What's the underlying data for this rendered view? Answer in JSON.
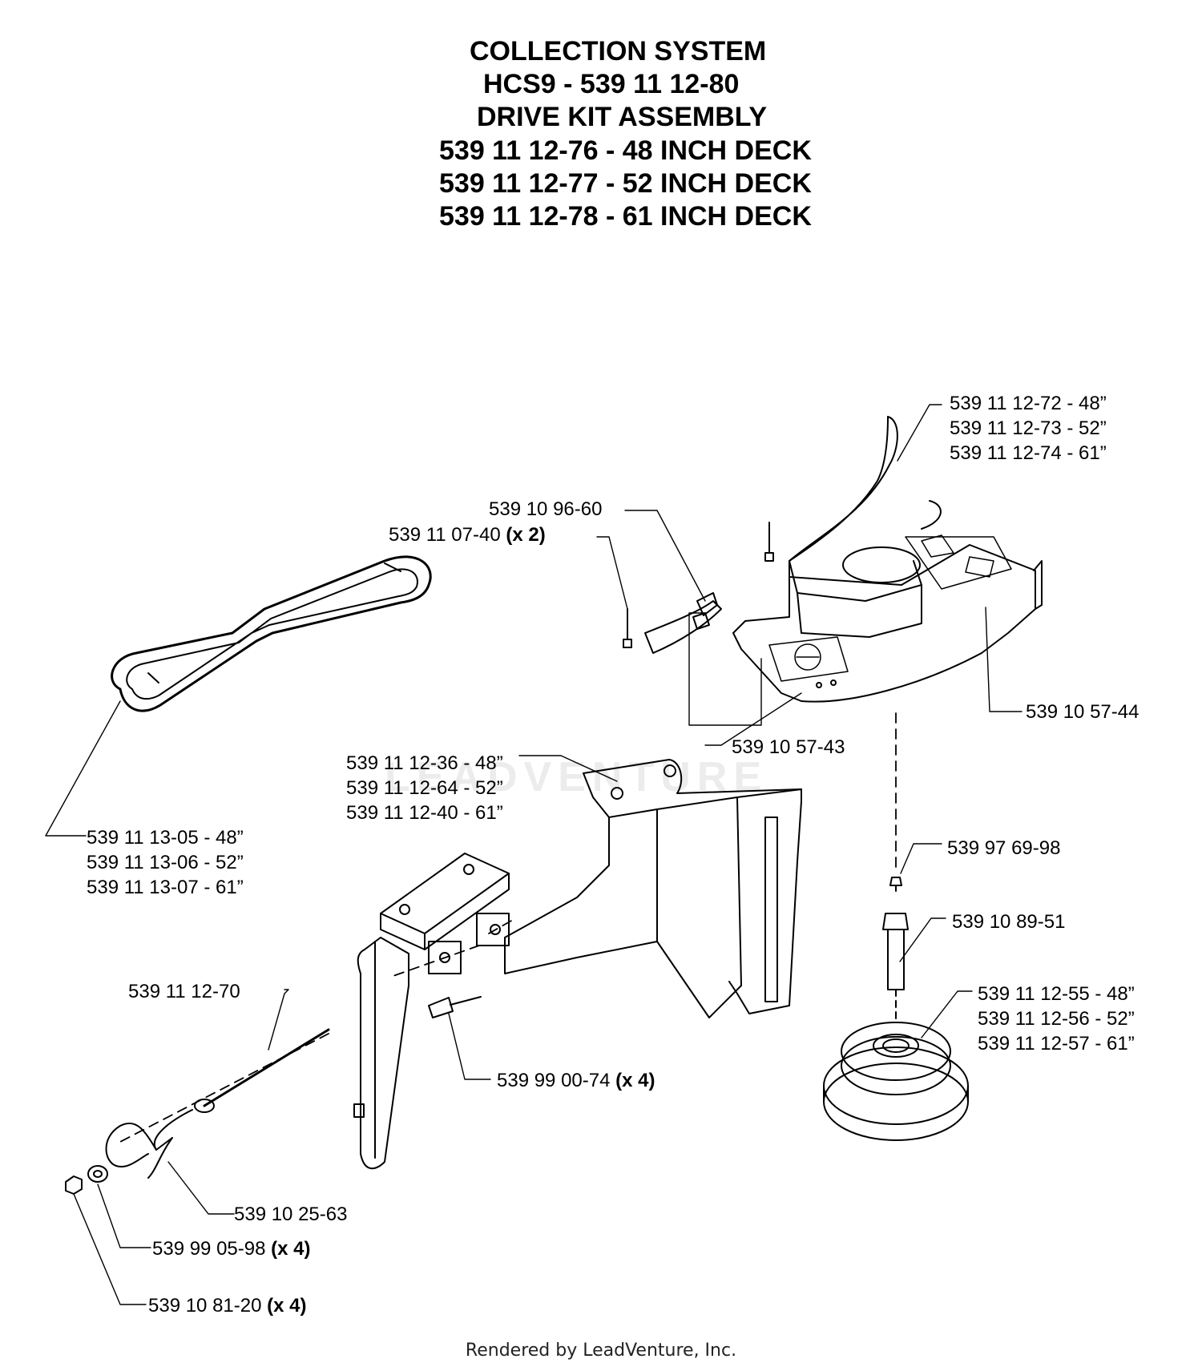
{
  "title": {
    "line1": "COLLECTION SYSTEM",
    "line2": "HCS9 - 539 11 12-80",
    "line3": "DRIVE KIT ASSEMBLY",
    "line4": "539 11 12-76 - 48 INCH DECK",
    "line5": "539 11 12-77 - 52 INCH DECK",
    "line6": "539 11 12-78 - 61 INCH DECK"
  },
  "callouts": {
    "cover": [
      "539 11 12-72 - 48”",
      "539 11 12-73 - 52”",
      "539 11 12-74 - 61”"
    ],
    "latch": "539 10 96-60",
    "rivet": {
      "part": "539 11 07-40",
      "qty": "(x 2)"
    },
    "decal_44": "539 10 57-44",
    "decal_43": "539 10 57-43",
    "bracket": [
      "539 11 12-36 - 48”",
      "539 11 12-64 - 52”",
      "539 11 12-40 - 61”"
    ],
    "belt": [
      "539 11 13-05 - 48”",
      "539 11 13-06 - 52”",
      "539 11 13-07 - 61”"
    ],
    "screw_98": "539 97 69-98",
    "bolt_51": "539 10 89-51",
    "pulley": [
      "539 11 12-55 - 48”",
      "539 11 12-56 - 52”",
      "539 11 12-57 - 61”"
    ],
    "rod": "539 11 12-70",
    "carriage_bolt": {
      "part": "539 99 00-74",
      "qty": "(x 4)"
    },
    "lanyard": "539 10 25-63",
    "washer": {
      "part": "539 99 05-98",
      "qty": "(x 4)"
    },
    "nut": {
      "part": "539 10 81-20",
      "qty": "(x 4)"
    }
  },
  "watermark": "LEADVENTURE",
  "footer": "Rendered by LeadVenture, Inc."
}
